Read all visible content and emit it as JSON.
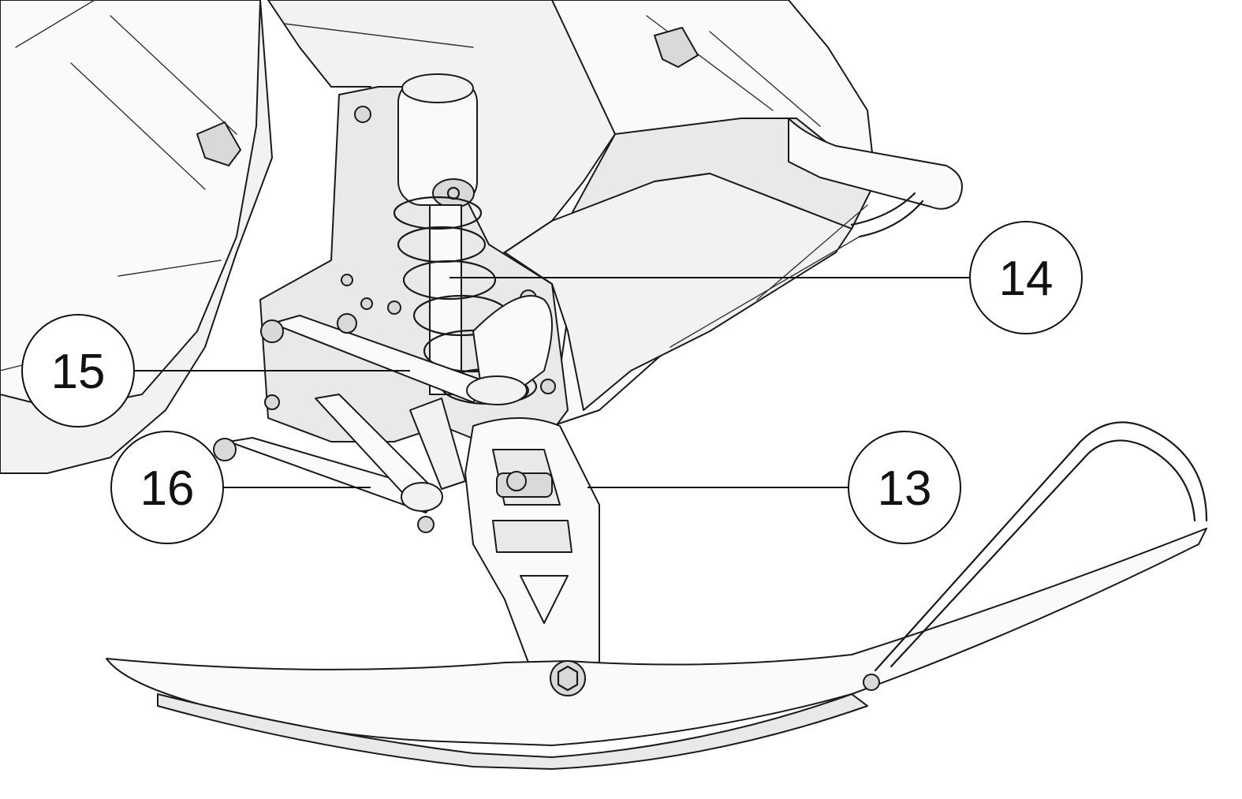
{
  "callouts": [
    {
      "id": "13",
      "label": "13"
    },
    {
      "id": "14",
      "label": "14"
    },
    {
      "id": "15",
      "label": "15"
    },
    {
      "id": "16",
      "label": "16"
    }
  ]
}
